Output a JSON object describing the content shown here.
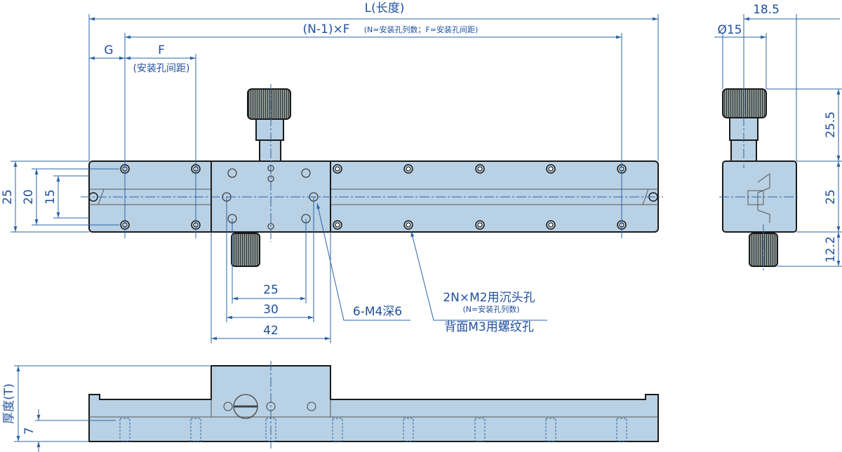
{
  "top_view": {
    "length_label": "L(长度)",
    "pitch_label": "(N-1)×F",
    "pitch_note": "(N=安装孔列数；F=安装孔间距)",
    "g_label": "G",
    "f_label": "F",
    "f_note": "(安装孔间距)",
    "dim_25": "25",
    "dim_20": "20",
    "dim_15": "15",
    "carriage_dim_25": "25",
    "carriage_dim_30": "30",
    "carriage_dim_42": "42",
    "m4_callout": "6-M4深6",
    "m2_callout": "2N×M2用沉头孔",
    "m2_note": "(N=安装孔列数)",
    "m3_callout": "背面M3用螺纹孔"
  },
  "side_view": {
    "diameter_label": "Ø15",
    "offset_label": "18.5",
    "knob_height": "25.5",
    "body_height": "25",
    "bottom_knob": "12.2"
  },
  "front_view": {
    "thickness_label": "厚度(T)",
    "hole_depth": "7"
  },
  "colors": {
    "part_fill": "#b9d1e4",
    "dimension": "#1f4f9c"
  }
}
